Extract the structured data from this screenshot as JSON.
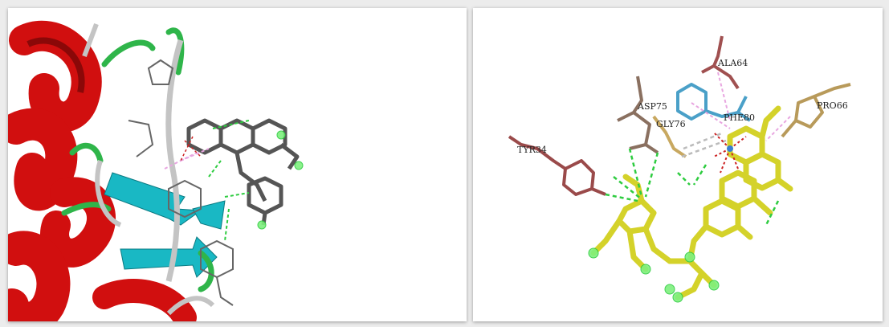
{
  "colors": {
    "background": "#ececec",
    "helix": "#d10f0f",
    "sheet": "#19b8c4",
    "turn": "#2fb54a",
    "coil": "#c4c4c4",
    "ligand_left": "#555555",
    "ligand_right": "#d4d22a",
    "hbond": "#2ecc40",
    "pi_interaction": "#e8a6e0",
    "residue_trp34": "#9a4a4a",
    "residue_asp75": "#8a7060",
    "residue_gly76": "#c8a860",
    "residue_ala64": "#a05050",
    "residue_phe80": "#4aa0c8",
    "residue_pro66": "#b89a5a"
  },
  "right_panel": {
    "residue_labels": [
      "ALA64",
      "ASP75",
      "GLY76",
      "PHE80",
      "PRO66",
      "TYR34"
    ]
  }
}
